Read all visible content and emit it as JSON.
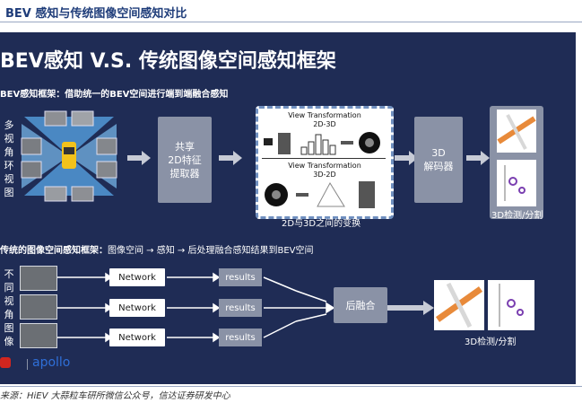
{
  "header": {
    "title": "BEV 感知与传统图像空间感知对比"
  },
  "slide": {
    "title": "BEV感知  V.S.  传统图像空间感知框架",
    "bev": {
      "section_label": "BEV感知框架：借助统一的BEV空间进行端到端融合感知",
      "input_label": [
        "多",
        "视",
        "角",
        "环",
        "视",
        "图"
      ],
      "shared_box": [
        "共享",
        "2D特征",
        "提取器"
      ],
      "vt_top": "View Transformation",
      "vt_top_sub": "2D-3D",
      "vt_bottom": "View Transformation",
      "vt_bottom_sub": "3D-2D",
      "vt_caption": "2D与3D之间的变换",
      "decoder_box": [
        "3D",
        "解码器"
      ],
      "output_caption": "3D检测/分割"
    },
    "traditional": {
      "section_label_bold": "传统的图像空间感知框架：",
      "section_label_rest": "图像空间 → 感知 → 后处理融合感知结果到BEV空间",
      "input_label": [
        "不",
        "同",
        "视",
        "角",
        "图",
        "像"
      ],
      "network_labels": [
        "Network",
        "Network",
        "Network"
      ],
      "results_labels": [
        "results",
        "results",
        "results"
      ],
      "fusion_box": "后融合",
      "output_caption": "3D检测/分割"
    },
    "logo": "apollo"
  },
  "footer": {
    "source": "来源：HiEV 大蒜粒车研所微信公众号，信达证券研发中心"
  },
  "colors": {
    "slide_bg": "#1f2c55",
    "box_gray": "#8a92a6",
    "accent": "#6f8fbf",
    "logo_red": "#d2261f",
    "logo_blue": "#2f6fd8"
  }
}
